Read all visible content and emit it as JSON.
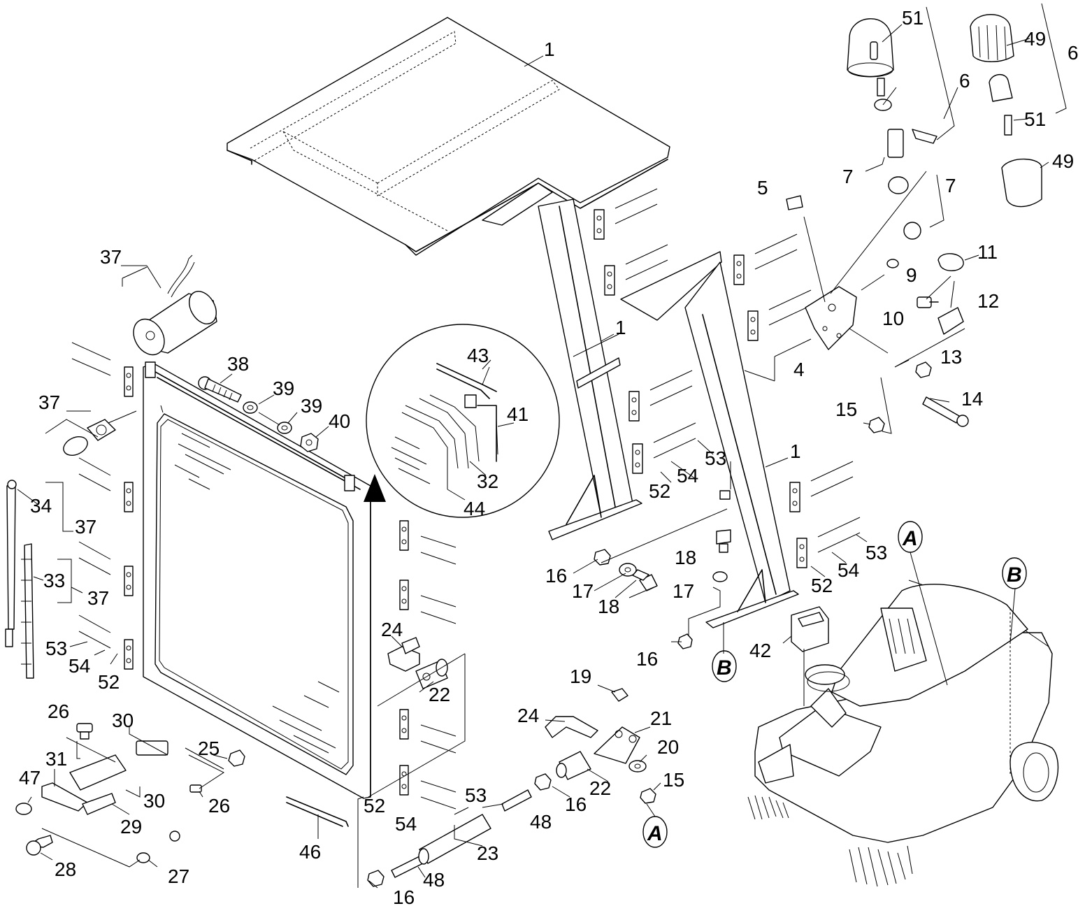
{
  "labels": {
    "p1": "1",
    "p4": "4",
    "p5": "5",
    "p6": "6",
    "p7": "7",
    "p9": "9",
    "p10": "10",
    "p11": "11",
    "p12": "12",
    "p13": "13",
    "p14": "14",
    "p15": "15",
    "p16": "16",
    "p17": "17",
    "p18": "18",
    "p19": "19",
    "p20": "20",
    "p21": "21",
    "p22": "22",
    "p23": "23",
    "p24": "24",
    "p25": "25",
    "p26": "26",
    "p27": "27",
    "p28": "28",
    "p29": "29",
    "p30": "30",
    "p31": "31",
    "p32": "32",
    "p33": "33",
    "p34": "34",
    "p37": "37",
    "p38": "38",
    "p39": "39",
    "p40": "40",
    "p41": "41",
    "p42": "42",
    "p43": "43",
    "p44": "44",
    "p46": "46",
    "p47": "47",
    "p48": "48",
    "p49": "49",
    "p51": "51",
    "p52": "52",
    "p53": "53",
    "p54": "54"
  },
  "markers": {
    "a": "A",
    "b": "B"
  }
}
